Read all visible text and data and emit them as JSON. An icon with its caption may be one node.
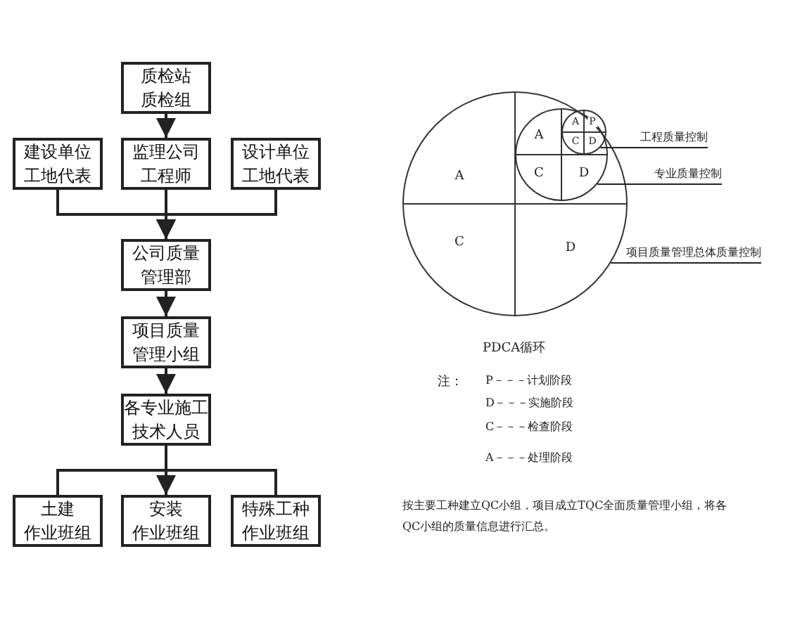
{
  "diagram": {
    "nodes": [
      {
        "text": [
          "质检站",
          "质检组"
        ]
      },
      {
        "text": [
          "建设单位",
          "工地代表"
        ]
      },
      {
        "text": [
          "监理公司",
          "工程师"
        ]
      },
      {
        "text": [
          "设计单位",
          "工地代表"
        ]
      },
      {
        "text": [
          "公司质量",
          "管理部"
        ]
      },
      {
        "text": [
          "项目质量",
          "管理小组"
        ]
      },
      {
        "text": [
          "各专业施工",
          "技术人员"
        ]
      },
      {
        "text": [
          "土建",
          "作业班组"
        ]
      },
      {
        "text": [
          "安装",
          "作业班组"
        ]
      },
      {
        "text": [
          "特殊工种",
          "作业班组"
        ]
      },
      {
        "text": [
          "A",
          "C",
          "D"
        ]
      },
      {
        "text": [
          "A",
          "C",
          "D"
        ],
        "in": 10
      },
      {
        "text": [
          "A",
          "P",
          "C",
          "D"
        ],
        "in": 11
      },
      {
        "text": [
          "工程质量控制"
        ]
      },
      {
        "text": [
          "专业质量控制"
        ]
      },
      {
        "text": [
          "项目质量管理总体质量控制"
        ]
      }
    ],
    "edges": [
      {
        "from": 0,
        "to": 2,
        "arrow": "to"
      },
      {
        "from": 1,
        "to": 4,
        "arrow": "to"
      },
      {
        "from": 2,
        "to": 4,
        "arrow": "to"
      },
      {
        "from": 3,
        "to": 4,
        "arrow": "to"
      },
      {
        "from": 4,
        "to": 5,
        "arrow": "to"
      },
      {
        "from": 5,
        "to": 6,
        "arrow": "to"
      },
      {
        "from": 6,
        "to": 7,
        "arrow": "none"
      },
      {
        "from": 6,
        "to": 8,
        "arrow": "to"
      },
      {
        "from": 6,
        "to": 9,
        "arrow": "none"
      },
      {
        "from": 13,
        "to": 12,
        "arrow": "none"
      },
      {
        "from": 14,
        "to": 11,
        "arrow": "none"
      },
      {
        "from": 15,
        "to": 10,
        "arrow": "none"
      }
    ],
    "labels": [
      "PDCA循环",
      "注：",
      "P－－－计划阶段",
      "D－－－实施阶段",
      "C－－－检查阶段",
      "A－－－处理阶段",
      "按主要工种建立QC小组，项目成立TQC全面质量管理小组，将各QC小组的质量信息进行汇总。"
    ]
  }
}
